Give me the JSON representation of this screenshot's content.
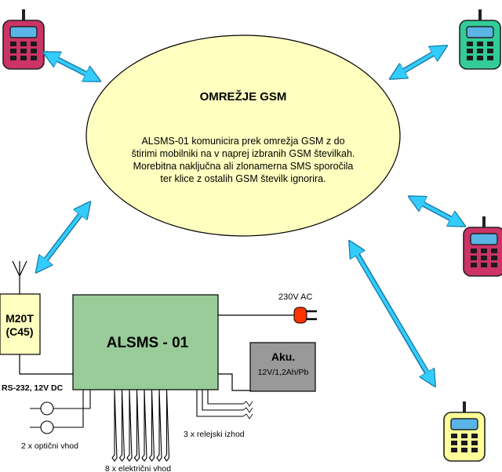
{
  "network": {
    "title": "OMREŽJE GSM",
    "desc_lines": [
      "ALSMS-01 komunicira prek omrežja GSM z do",
      "štirimi mobilniki na v naprej izbranih GSM številkah.",
      "Morebitna naključna ali zlonamerna SMS sporočila",
      "ter klice z ostalih GSM številk ignorira."
    ]
  },
  "device": {
    "label": "ALSMS - 01"
  },
  "modem": {
    "line1": "M20T",
    "line2": "(C45)"
  },
  "interface": {
    "label": "RS-232, 12V DC"
  },
  "power": {
    "label": "230V AC"
  },
  "battery": {
    "title": "Aku.",
    "spec": "12V/1,2Ah/Pb"
  },
  "io": {
    "optical": "2 x optični vhod",
    "electrical": "8 x električni vhod",
    "relay": "3 x relejski izhod"
  },
  "colors": {
    "ellipse": "#ffffc0",
    "device": "#99cc99",
    "modem": "#ffffc0",
    "battery": "#999999",
    "arrow": "#33ccff",
    "plug": "#ff3300",
    "phones": [
      "#cc3366",
      "#33cc99",
      "#cc3366",
      "#ffff99"
    ]
  },
  "icons": [
    "mobile-phone-icon",
    "antenna-icon",
    "power-plug-icon",
    "bidirectional-arrow-icon"
  ]
}
